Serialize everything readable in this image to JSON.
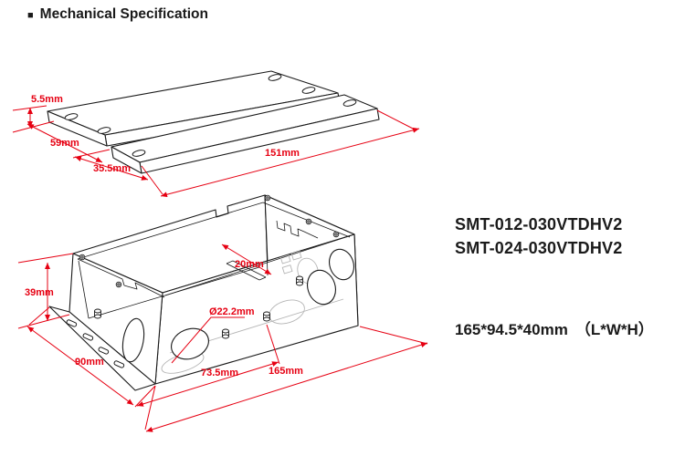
{
  "title": {
    "bullet": "■",
    "text": "Mechanical Specification"
  },
  "product": {
    "models": [
      "SMT-012-030VTDHV2",
      "SMT-024-030VTDHV2"
    ],
    "overall_size": "165*94.5*40mm",
    "size_label": "（L*W*H）"
  },
  "drawings": {
    "cover_plates": {
      "dimensions": {
        "thickness": "5.5mm",
        "plate_width": "59mm",
        "strip_width": "35.5mm",
        "length": "151mm"
      }
    },
    "enclosure": {
      "dimensions": {
        "height": "39mm",
        "inner_depth": "20mm",
        "knockout_diameter": "Ø22.2mm",
        "width": "90mm",
        "partition_offset": "73.5mm",
        "length": "165mm"
      }
    }
  },
  "colors": {
    "dimension_red": "#e60012",
    "line_black": "#1a1a1a",
    "hidden_gray": "#b5b5b5",
    "background": "#ffffff"
  }
}
